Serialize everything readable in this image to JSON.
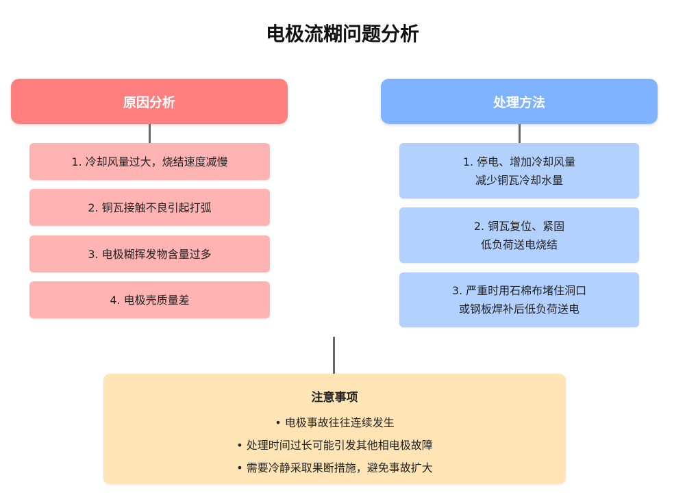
{
  "title": "电极流糊问题分析",
  "causes": {
    "header": "原因分析",
    "color": "#ff7f7f",
    "items": [
      "1. 冷却风量过大，烧结速度减慢",
      "2. 铜瓦接触不良引起打弧",
      "3. 电极糊挥发物含量过多",
      "4. 电极壳质量差"
    ]
  },
  "solutions": {
    "header": "处理方法",
    "color": "#7fb2ff",
    "items": [
      [
        "1. 停电、增加冷却风量",
        "减少铜瓦冷却水量"
      ],
      [
        "2. 铜瓦复位、紧固",
        "低负荷送电烧结"
      ],
      [
        "3. 严重时用石棉布堵住洞口",
        "或钢板焊补后低负荷送电"
      ]
    ]
  },
  "notes": {
    "title": "注意事项",
    "items": [
      "• 电极事故往往连续发生",
      "• 处理时间过长可能引发其他相电极故障",
      "• 需要冷静采取果断措施，避免事故扩大"
    ]
  }
}
